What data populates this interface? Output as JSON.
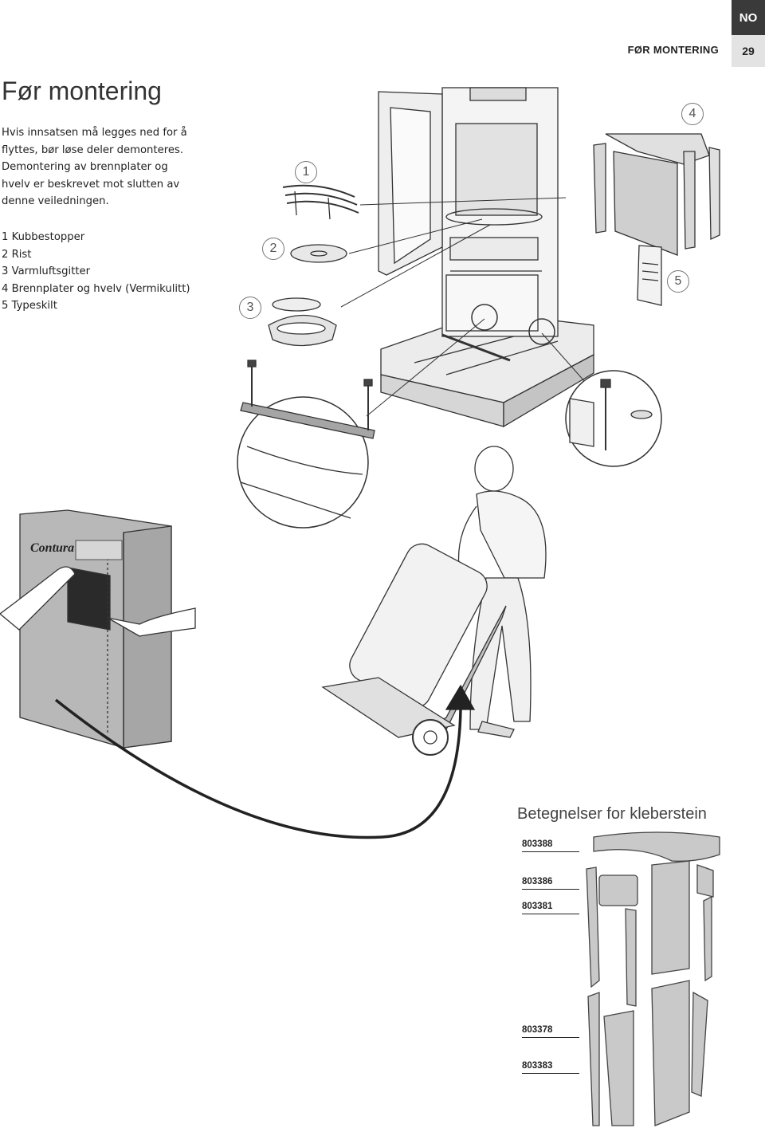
{
  "header": {
    "language": "NO",
    "section": "FØR MONTERING",
    "page_number": "29"
  },
  "title": "Før montering",
  "intro": "Hvis innsatsen må legges ned for å flyttes, bør løse deler demonteres. Demontering av brennplater og hvelv er beskrevet mot slutten av denne veiledningen.",
  "parts": [
    "1 Kubbestopper",
    "2 Rist",
    "3 Varmluftsgitter",
    "4 Brennplater og hvelv (Vermikulitt)",
    "5 Typeskilt"
  ],
  "callouts": [
    "1",
    "2",
    "3",
    "4",
    "5"
  ],
  "box_brand": "Contura",
  "soapstone": {
    "title": "Betegnelser for kleberstein",
    "codes": [
      "803388",
      "803386",
      "803381",
      "803378",
      "803383"
    ]
  },
  "colors": {
    "lang_tab": "#3a3a3a",
    "page_box": "#e3e3e3",
    "box_gray": "#b8b8b8",
    "stone_gray": "#c9c9c9",
    "arrow": "#222222"
  }
}
